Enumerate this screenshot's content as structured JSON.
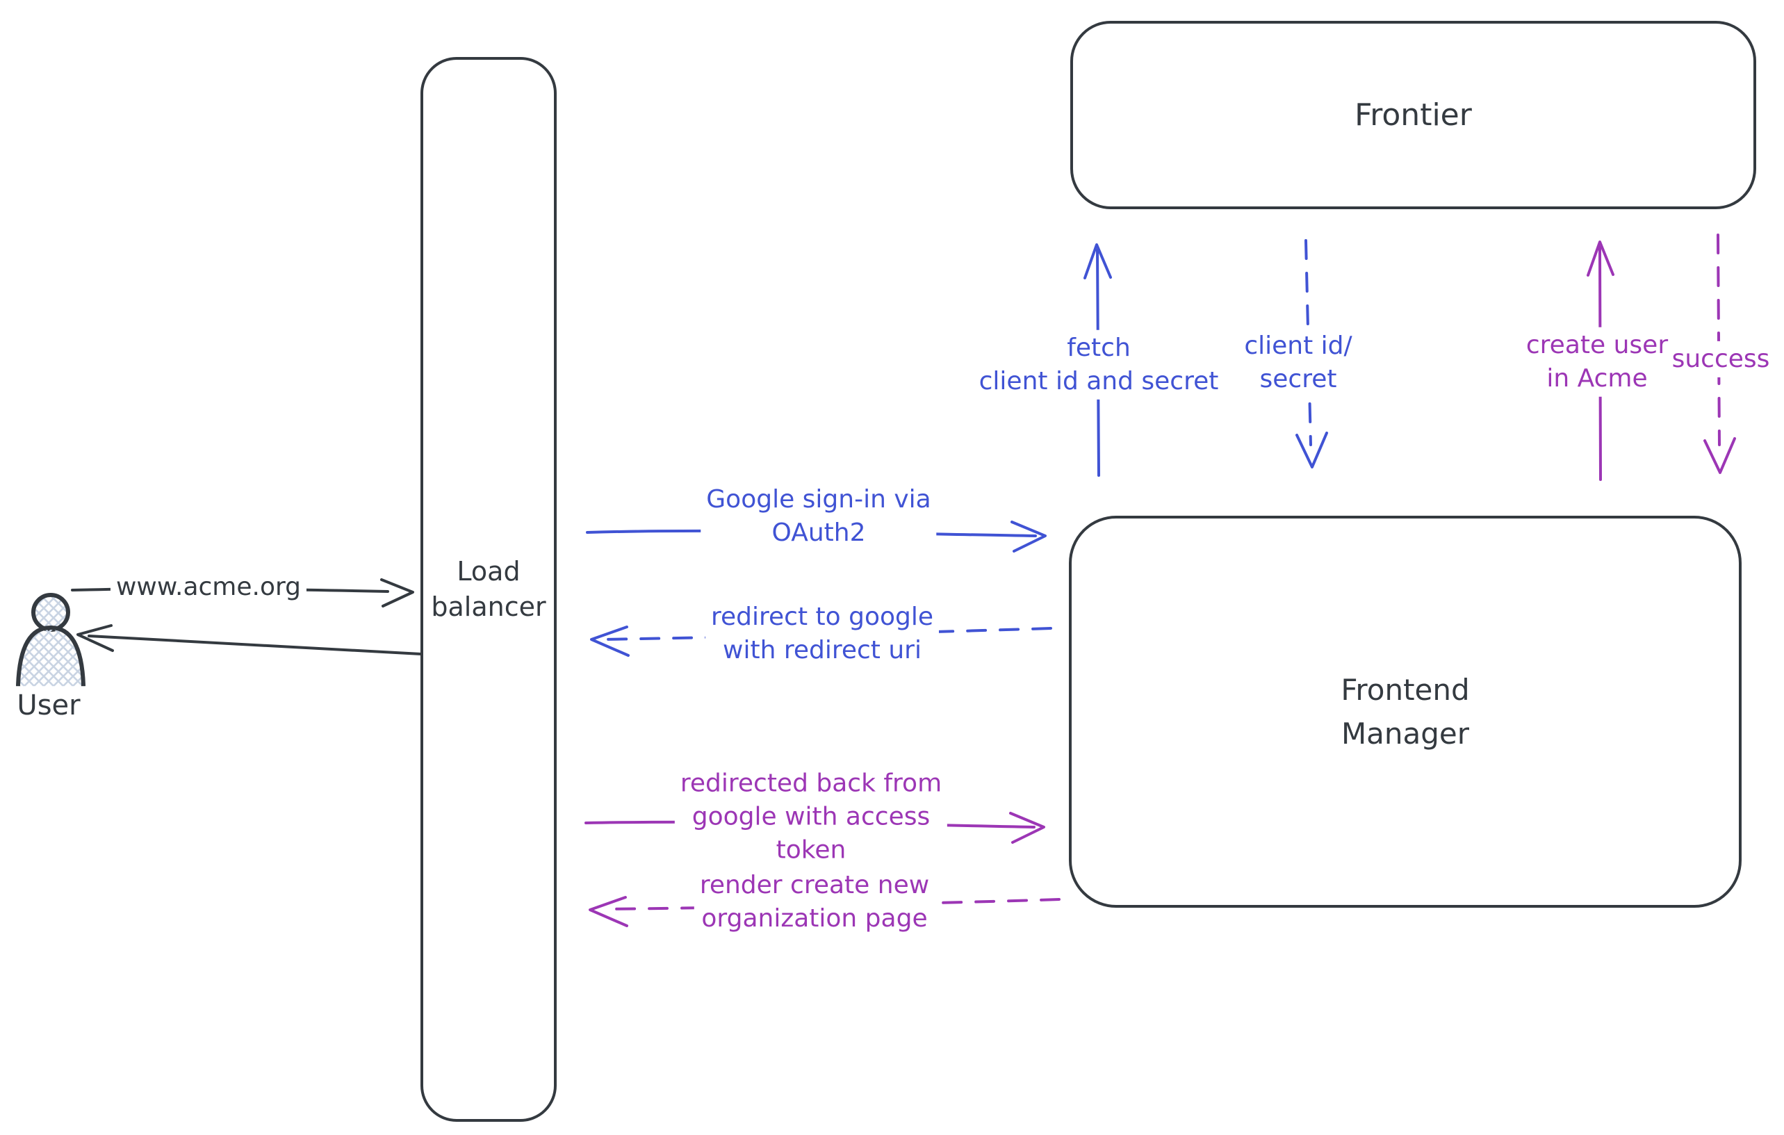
{
  "colors": {
    "ink": "#343a40",
    "blue": "#4053d4",
    "purple": "#9c36b5",
    "hatch": "#c9d4e3",
    "background": "#ffffff"
  },
  "nodes": {
    "user": {
      "label": "User"
    },
    "load_balancer": {
      "label": "Load\nbalancer"
    },
    "frontier": {
      "label": "Frontier"
    },
    "frontend_manager": {
      "label": "Frontend\nManager"
    }
  },
  "edges": {
    "www": {
      "label": "www.acme.org",
      "from": "User",
      "to": "Load balancer",
      "style": "solid",
      "color": "ink"
    },
    "response": {
      "label": "",
      "from": "Load balancer",
      "to": "User",
      "style": "solid",
      "color": "ink"
    },
    "google_signin": {
      "label": "Google sign-in via\nOAuth2",
      "from": "Load balancer",
      "to": "Frontend Manager",
      "style": "solid",
      "color": "blue"
    },
    "redirect_google": {
      "label": "redirect to google\nwith redirect uri",
      "from": "Frontend Manager",
      "to": "Load balancer",
      "style": "dashed",
      "color": "blue"
    },
    "redirected_back": {
      "label": "redirected back from\ngoogle with access\ntoken",
      "from": "Load balancer",
      "to": "Frontend Manager",
      "style": "solid",
      "color": "purple"
    },
    "render_page": {
      "label": "render create new\norganization page",
      "from": "Frontend Manager",
      "to": "Load balancer",
      "style": "dashed",
      "color": "purple"
    },
    "fetch_client": {
      "label": "fetch\nclient id and secret",
      "from": "Frontend Manager",
      "to": "Frontier",
      "style": "solid",
      "color": "blue"
    },
    "client_id_secret": {
      "label": "client id/\nsecret",
      "from": "Frontier",
      "to": "Frontend Manager",
      "style": "dashed",
      "color": "blue"
    },
    "create_user": {
      "label": "create user\nin Acme",
      "from": "Frontend Manager",
      "to": "Frontier",
      "style": "solid",
      "color": "purple"
    },
    "success": {
      "label": "success",
      "from": "Frontier",
      "to": "Frontend Manager",
      "style": "dashed",
      "color": "purple"
    }
  }
}
